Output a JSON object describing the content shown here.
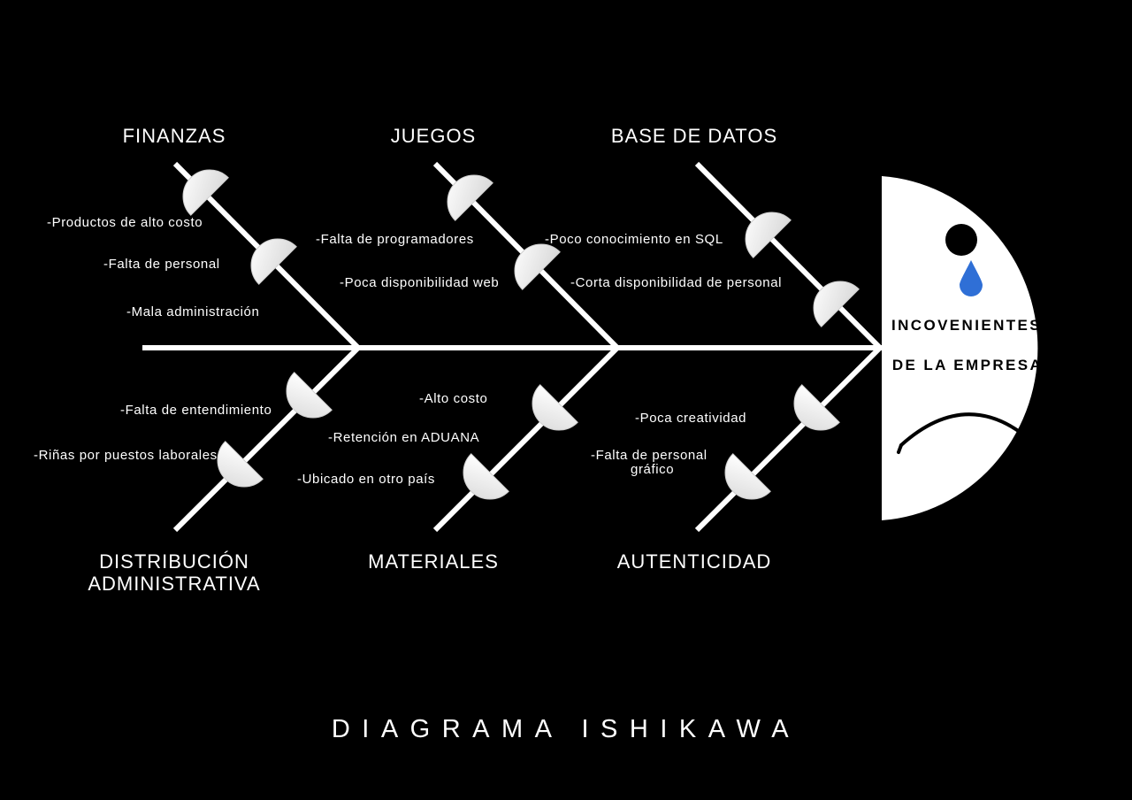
{
  "title": "DIAGRAMA ISHIKAWA",
  "head": {
    "line1": "INCOVENIENTES",
    "line2": "DE LA EMPRESA"
  },
  "categories": {
    "finanzas": "FINANZAS",
    "juegos": "JUEGOS",
    "base_datos": "BASE DE DATOS",
    "distribucion_1": "DISTRIBUCIÓN",
    "distribucion_2": "ADMINISTRATIVA",
    "materiales": "MATERIALES",
    "autenticidad": "AUTENTICIDAD"
  },
  "causes": {
    "finanzas": [
      "-Productos de alto costo",
      "-Falta de personal",
      "-Mala administración"
    ],
    "juegos": [
      "-Falta de programadores",
      "-Poca disponibilidad web"
    ],
    "base_datos": [
      "-Poco conocimiento en SQL",
      "-Corta disponibilidad de personal"
    ],
    "distribucion": [
      "-Falta de entendimiento",
      "-Riñas por puestos laborales"
    ],
    "materiales": [
      "-Alto costo",
      "-Retención en ADUANA",
      "-Ubicado en otro país"
    ],
    "autenticidad": [
      "-Poca creatividad",
      "-Falta de personal",
      "gráfico"
    ]
  },
  "colors": {
    "background": "#000000",
    "lines": "#ffffff",
    "tear": "#2f6fd6"
  }
}
